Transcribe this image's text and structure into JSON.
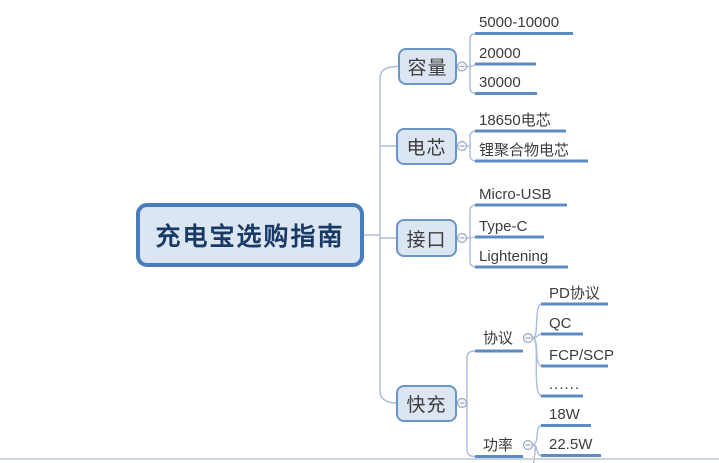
{
  "mindmap": {
    "root": {
      "label": "充电宝选购指南"
    },
    "branches": [
      {
        "label": "容量",
        "children": [
          {
            "label": "5000-10000"
          },
          {
            "label": "20000"
          },
          {
            "label": "30000"
          }
        ]
      },
      {
        "label": "电芯",
        "children": [
          {
            "label": "18650电芯"
          },
          {
            "label": "锂聚合物电芯"
          }
        ]
      },
      {
        "label": "接口",
        "children": [
          {
            "label": "Micro-USB"
          },
          {
            "label": "Type-C"
          },
          {
            "label": "Lightening"
          }
        ]
      },
      {
        "label": "快充",
        "children": [
          {
            "label": "协议",
            "children": [
              {
                "label": "PD协议"
              },
              {
                "label": "QC"
              },
              {
                "label": "FCP/SCP"
              },
              {
                "label": "......"
              }
            ]
          },
          {
            "label": "功率",
            "children": [
              {
                "label": "18W"
              },
              {
                "label": "22.5W"
              }
            ]
          }
        ]
      }
    ]
  },
  "colors": {
    "node_fill": "#dce6f2",
    "node_border": "#6b94c8",
    "root_border": "#4a7cbd",
    "root_text": "#1a3a66",
    "topic_text": "#3d3d3d",
    "underline": "#5d8cc4",
    "tree_line": "#aabdd9",
    "toggle": "#9aa8bf"
  }
}
